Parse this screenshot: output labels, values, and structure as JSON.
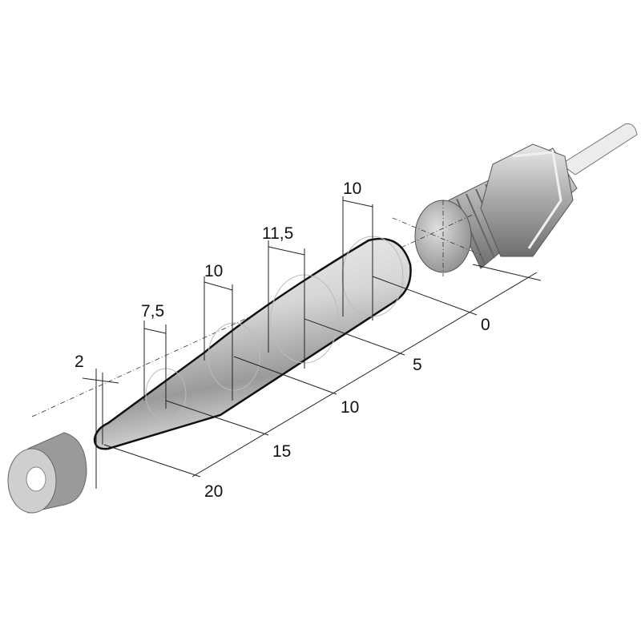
{
  "diagram": {
    "title": "Sensing range cone of proximity sensor",
    "width_labels": [
      "2",
      "7,5",
      "10",
      "11,5",
      "10"
    ],
    "distance_labels": [
      "0",
      "5",
      "10",
      "15",
      "20"
    ],
    "colors": {
      "metal": "#c8c8c8",
      "outline": "#111111",
      "line": "#222222"
    }
  }
}
